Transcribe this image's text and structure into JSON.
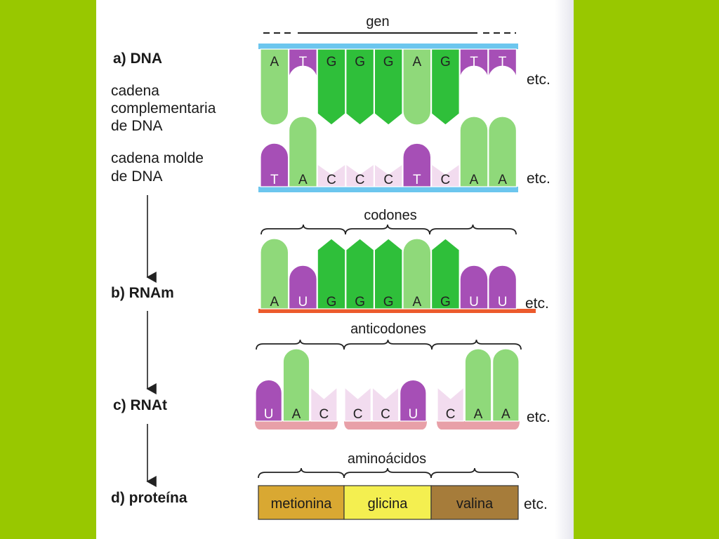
{
  "labels": {
    "dna": "a) DNA",
    "complementary": [
      "cadena",
      "complementaria",
      "de DNA"
    ],
    "template": [
      "cadena molde",
      "de DNA"
    ],
    "rnam": "b) RNAm",
    "rnat": "c) RNAt",
    "protein": "d) proteína"
  },
  "brackets": {
    "gene": "gen",
    "codons": "codones",
    "anticodons": "anticodones",
    "amino_acids": "aminoácidos"
  },
  "etc": "etc.",
  "sequences": {
    "dna_complementary": [
      "A",
      "T",
      "G",
      "G",
      "G",
      "A",
      "G",
      "T",
      "T"
    ],
    "dna_template": [
      "T",
      "A",
      "C",
      "C",
      "C",
      "T",
      "C",
      "A",
      "A"
    ],
    "rnam": [
      "A",
      "U",
      "G",
      "G",
      "G",
      "A",
      "G",
      "U",
      "U"
    ],
    "rnat": [
      "U",
      "A",
      "C",
      "C",
      "C",
      "U",
      "C",
      "A",
      "A"
    ]
  },
  "proteins": [
    {
      "name": "metionina",
      "color": "#d9a832"
    },
    {
      "name": "glicina",
      "color": "#f4ef50"
    },
    {
      "name": "valina",
      "color": "#a67c3a"
    }
  ],
  "colors": {
    "A": "#8fd97a",
    "G": "#2fbf3a",
    "T": "#a64fb6",
    "U": "#a64fb6",
    "C": "#f2dcef",
    "dna_backbone": "#6cc6ee",
    "rnam_backbone": "#ec5a2c",
    "rnat_backbone": "#e8a0a8"
  }
}
